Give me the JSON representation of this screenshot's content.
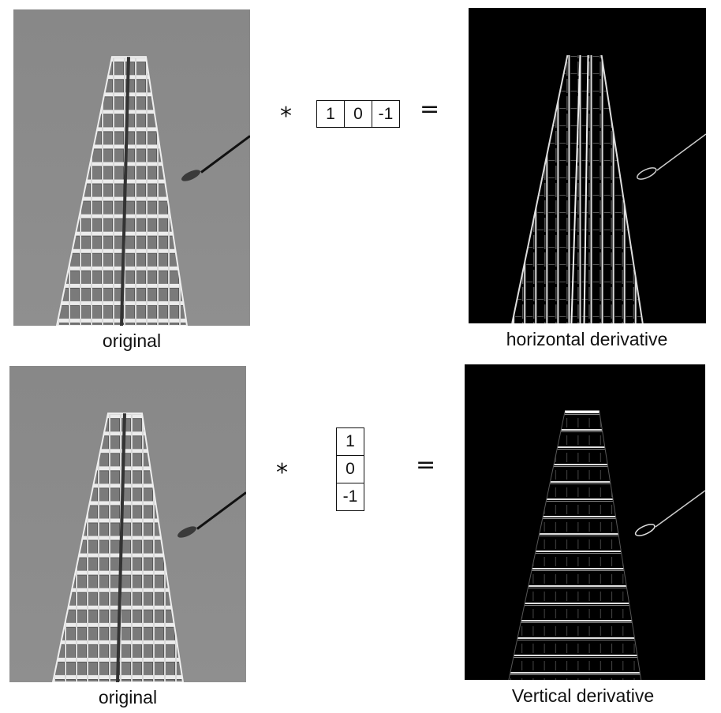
{
  "rows": [
    {
      "input_caption": "original",
      "operator": "*",
      "kernel_orientation": "horizontal",
      "kernel": [
        "1",
        "0",
        "-1"
      ],
      "equals": "=",
      "output_caption": "horizontal derivative"
    },
    {
      "input_caption": "original",
      "operator": "*",
      "kernel_orientation": "vertical",
      "kernel": [
        "1",
        "0",
        "-1"
      ],
      "equals": "=",
      "output_caption": "Vertical derivative"
    }
  ],
  "colors": {
    "original_sky": "#8a8a8a",
    "building_frame": "#e6e6e6",
    "derivative_background": "#000000",
    "derivative_edges": "#d9d9d9"
  }
}
